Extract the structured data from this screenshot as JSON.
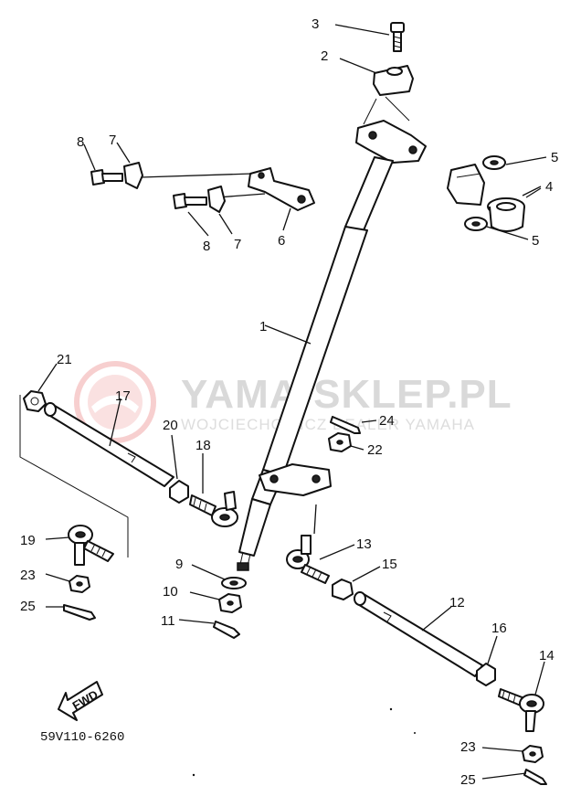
{
  "watermark": {
    "brand": "YAMA-SKLEP.PL",
    "tagline": "WOJCIECHOWICZ DEALER YAMAHA"
  },
  "diagram_code": "59V110-6260",
  "fwd_label": "FWD",
  "callouts": {
    "c1": "1",
    "c2": "2",
    "c3": "3",
    "c4": "4",
    "c5a": "5",
    "c5b": "5",
    "c6": "6",
    "c7a": "7",
    "c7b": "7",
    "c8a": "8",
    "c8b": "8",
    "c9": "9",
    "c10": "10",
    "c11": "11",
    "c12": "12",
    "c13": "13",
    "c14": "14",
    "c15": "15",
    "c16": "16",
    "c17": "17",
    "c18": "18",
    "c19": "19",
    "c20": "20",
    "c21": "21",
    "c22": "22",
    "c23a": "23",
    "c23b": "23",
    "c24": "24",
    "c25a": "25",
    "c25b": "25"
  },
  "colors": {
    "ink": "#111111",
    "watermark_logo": "#f2b8b8",
    "watermark_text": "#d9d9d9"
  }
}
